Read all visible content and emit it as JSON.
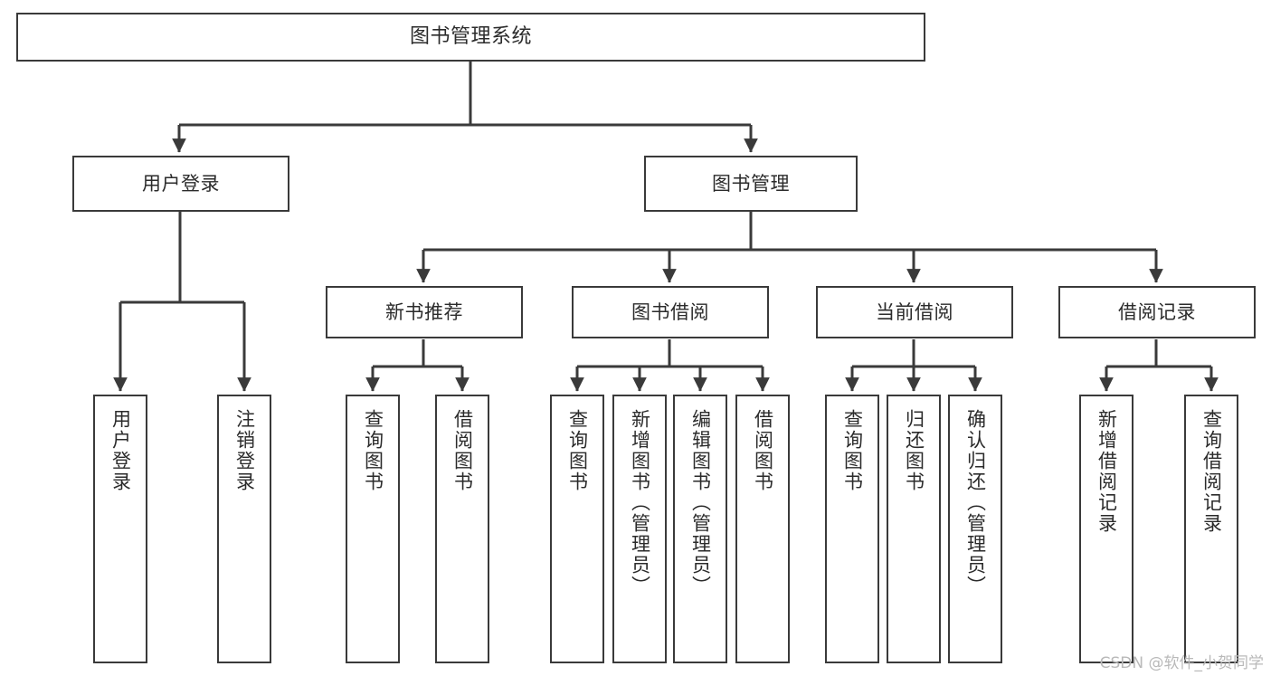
{
  "diagram": {
    "title": "图书管理系统",
    "type": "tree-hierarchy-diagram",
    "watermark": "CSDN @软件_小贺同学",
    "colors": {
      "box_border": "#3a3a3a",
      "box_fill": "#ffffff",
      "text": "#2b2b2b",
      "connector": "#3a3a3a",
      "watermark": "#b9b9b9",
      "background": "#ffffff"
    },
    "root": {
      "label": "图书管理系统"
    },
    "level2": [
      {
        "label": "用户登录"
      },
      {
        "label": "图书管理"
      }
    ],
    "level3": [
      {
        "label": "新书推荐"
      },
      {
        "label": "图书借阅"
      },
      {
        "label": "当前借阅"
      },
      {
        "label": "借阅记录"
      }
    ],
    "leaves": {
      "user_login": [
        {
          "label": "用户登录"
        },
        {
          "label": "注销登录"
        }
      ],
      "new_book_recommend": [
        {
          "label": "查询图书"
        },
        {
          "label": "借阅图书"
        }
      ],
      "book_borrow": [
        {
          "label": "查询图书"
        },
        {
          "label": "新增图书（管理员）"
        },
        {
          "label": "编辑图书（管理员）"
        },
        {
          "label": "借阅图书"
        }
      ],
      "current_borrow": [
        {
          "label": "查询图书"
        },
        {
          "label": "归还图书"
        },
        {
          "label": "确认归还（管理员）"
        }
      ],
      "borrow_record": [
        {
          "label": "新增借阅记录"
        },
        {
          "label": "查询借阅记录"
        }
      ]
    }
  }
}
